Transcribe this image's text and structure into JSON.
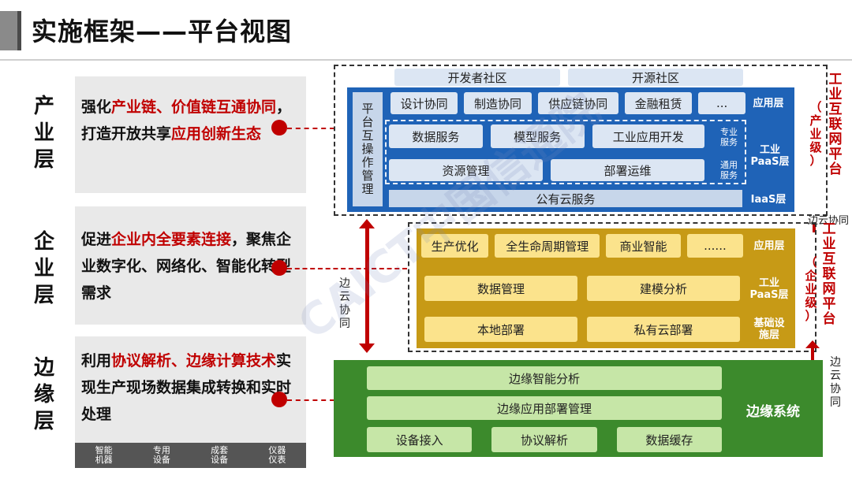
{
  "title": "实施框架——平台视图",
  "watermark": "CAICT中国信通院",
  "layers": [
    {
      "label": "产业层",
      "desc_parts": [
        {
          "text": "强化",
          "red": false
        },
        {
          "text": "产业链、价值链互通协同",
          "red": true
        },
        {
          "text": "，打造开放共享",
          "red": false
        },
        {
          "text": "应用创新生态",
          "red": true
        }
      ]
    },
    {
      "label": "企业层",
      "desc_parts": [
        {
          "text": "促进",
          "red": false
        },
        {
          "text": "企业内全要素连接",
          "red": true
        },
        {
          "text": "，聚焦企业数字化、网络化、智能化转型需求",
          "red": false
        }
      ]
    },
    {
      "label": "边缘层",
      "desc_parts": [
        {
          "text": "利用",
          "red": false
        },
        {
          "text": "协议解析、边缘计算技术",
          "red": true
        },
        {
          "text": "实现生产现场数据集成转换和实时处理",
          "red": false
        }
      ]
    }
  ],
  "devices": [
    "智能\n机器",
    "专用\n设备",
    "成套\n设备",
    "仪器\n仪表"
  ],
  "industry_platform": {
    "communities": [
      "开发者社区",
      "开源社区"
    ],
    "mgmt_label": "平台互操作管理",
    "apps": [
      "设计协同",
      "制造协同",
      "供应链协同",
      "金融租赁",
      "..."
    ],
    "app_layer": "应用层",
    "paas_pro": [
      "数据服务",
      "模型服务",
      "工业应用开发"
    ],
    "paas_pro_label": "专业服务",
    "paas_gen": [
      "资源管理",
      "部署运维"
    ],
    "paas_gen_label": "通用服务",
    "paas_layer": "工业PaaS层",
    "iaas": "公有云服务",
    "iaas_layer": "IaaS层",
    "side_label": "工业互联网平台",
    "side_sub": "（产业级）"
  },
  "enterprise_platform": {
    "apps": [
      "生产优化",
      "全生命周期管理",
      "商业智能",
      "......"
    ],
    "app_layer": "应用层",
    "paas": [
      "数据管理",
      "建模分析"
    ],
    "paas_layer": "工业PaaS层",
    "infra": [
      "本地部署",
      "私有云部署"
    ],
    "infra_layer": "基础设施层",
    "side_label": "工业互联网平台",
    "side_sub": "（企业级）"
  },
  "edge_system": {
    "rows": [
      "边缘智能分析",
      "边缘应用部署管理"
    ],
    "bottom": [
      "设备接入",
      "协议解析",
      "数据缓存"
    ],
    "label": "边缘系统"
  },
  "edge_cloud": "边云协同",
  "colors": {
    "accent_red": "#c00000",
    "blue": "#1f63b7",
    "gold": "#c79a16",
    "green": "#3c8a2c"
  }
}
